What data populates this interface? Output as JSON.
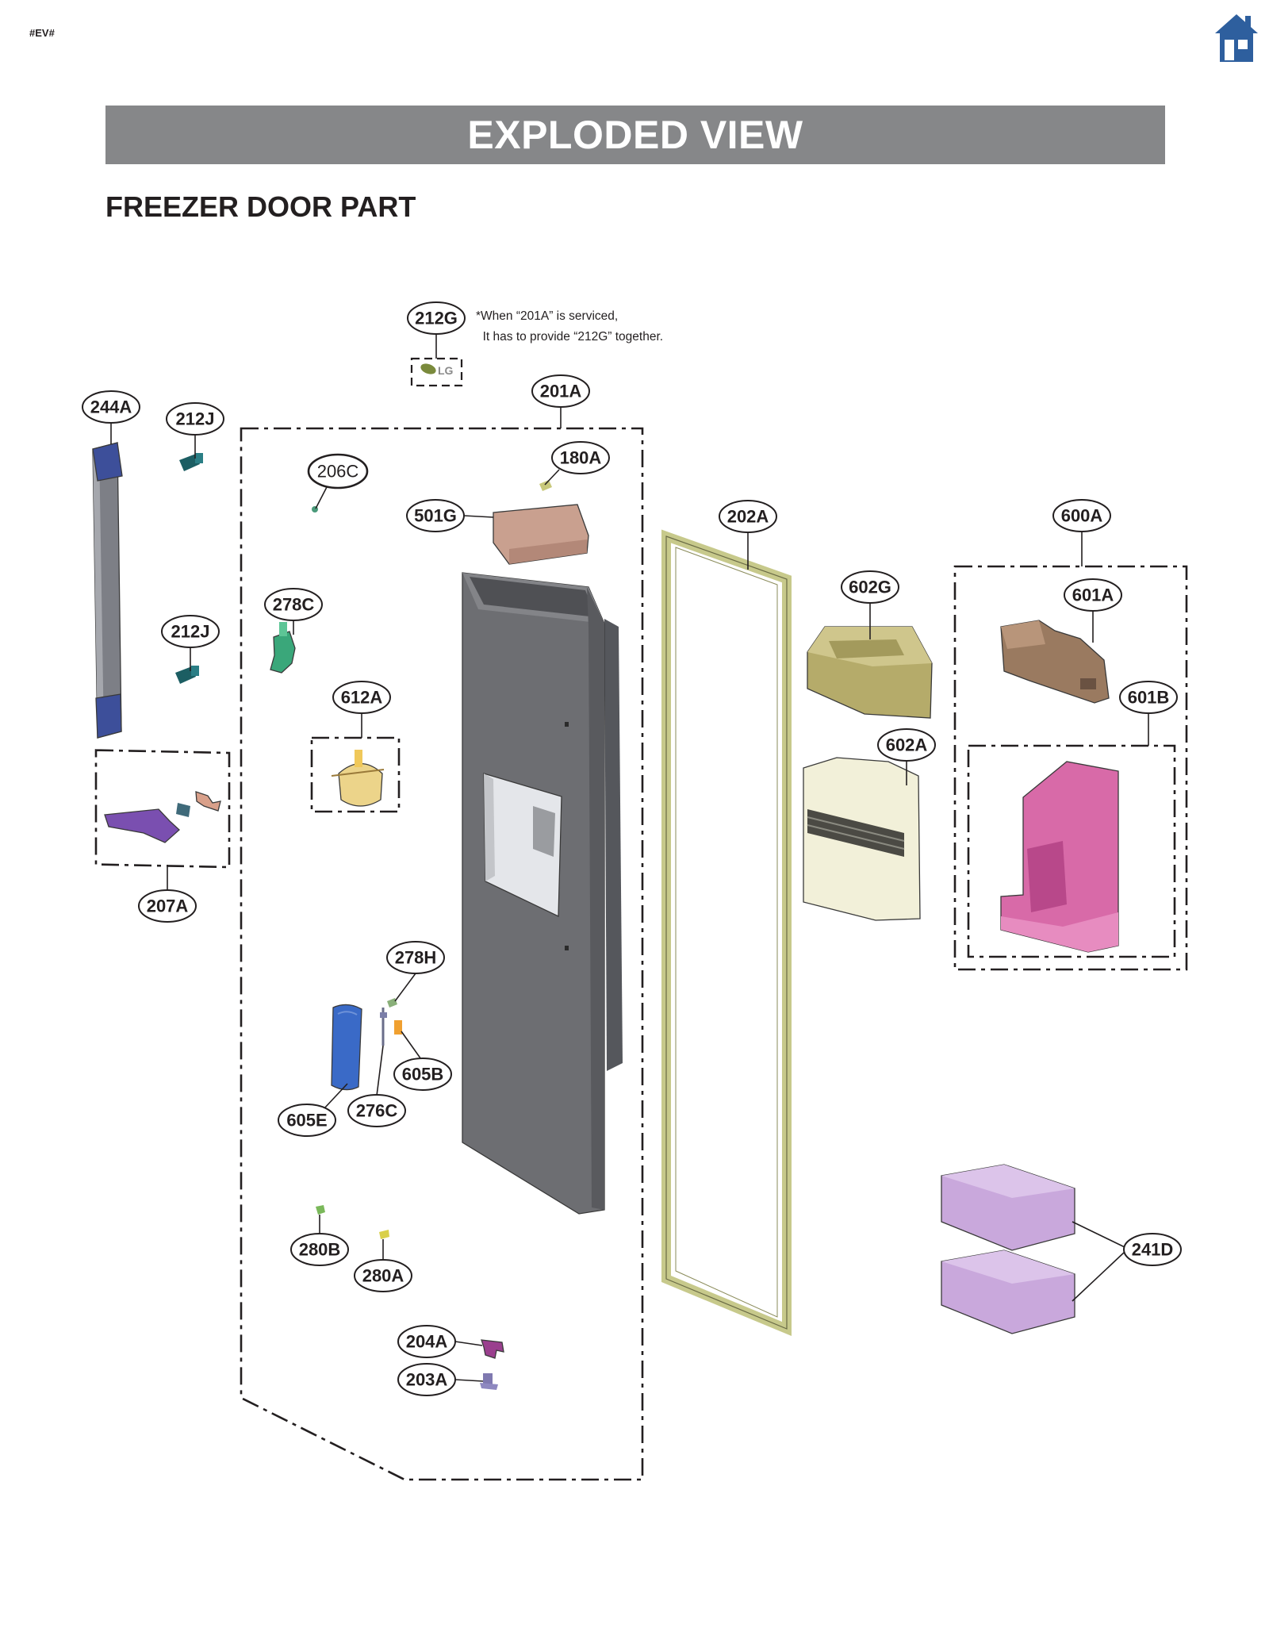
{
  "header": {
    "doc_code": "#EV#",
    "title": "EXPLODED VIEW"
  },
  "section_title": "FREEZER DOOR PART",
  "note": "*When “201A” is serviced,\n  It has to provide “212G” together.",
  "icons": {
    "home": "home-icon"
  },
  "colors": {
    "accent": "#2e5f9e",
    "title_bar": "#868789"
  },
  "callouts": [
    "212G",
    "244A",
    "212J",
    "201A",
    "180A",
    "206C",
    "501G",
    "202A",
    "600A",
    "601A",
    "602G",
    "278C",
    "212J",
    "601B",
    "612A",
    "602A",
    "207A",
    "278H",
    "605B",
    "276C",
    "605E",
    "280B",
    "280A",
    "241D",
    "204A",
    "203A"
  ]
}
